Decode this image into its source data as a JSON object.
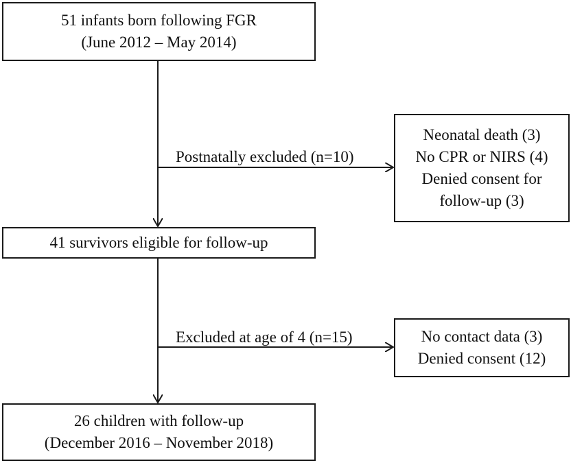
{
  "boxes": {
    "start": {
      "line1": "51 infants born following FGR",
      "line2": "(June 2012 – May 2014)"
    },
    "excluded_postnatal": {
      "line1": "Neonatal death (3)",
      "line2": "No CPR or NIRS (4)",
      "line3": "Denied consent for",
      "line4": "follow-up (3)"
    },
    "eligible": {
      "line1": "41 survivors eligible for follow-up"
    },
    "excluded_age4": {
      "line1": "No contact data (3)",
      "line2": "Denied consent (12)"
    },
    "final": {
      "line1": "26 children with follow-up",
      "line2": "(December 2016 – November 2018)"
    }
  },
  "arrow_labels": {
    "postnatal": "Postnatally excluded (n=10)",
    "age4": "Excluded at age of 4 (n=15)"
  },
  "colors": {
    "stroke": "#1a1a1a",
    "text": "#111111",
    "background": "#ffffff"
  }
}
